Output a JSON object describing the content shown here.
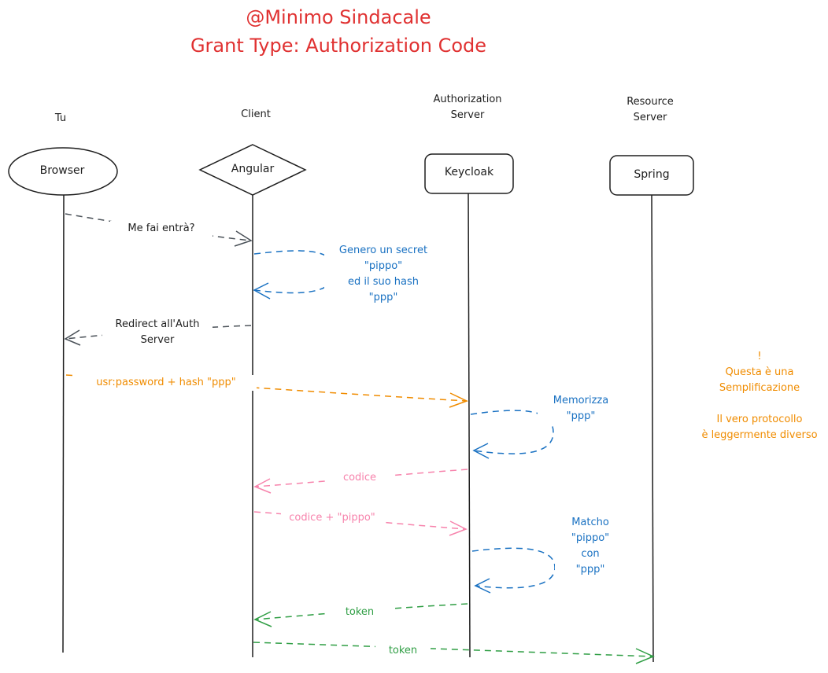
{
  "title": {
    "line1": "@Minimo Sindacale",
    "line2": "Grant Type: Authorization Code"
  },
  "participants": [
    {
      "role": "Tu",
      "node": "Browser",
      "shape": "ellipse"
    },
    {
      "role": "Client",
      "node": "Angular",
      "shape": "diamond"
    },
    {
      "role": "Authorization\nServer",
      "node": "Keycloak",
      "shape": "rounded-rect"
    },
    {
      "role": "Resource\nServer",
      "node": "Spring",
      "shape": "rounded-rect"
    }
  ],
  "messages": {
    "m1": "Me fai entrà?",
    "m2": "Genero un secret\n\"pippo\"\ned il suo hash\n\"ppp\"",
    "m3": "Redirect all'Auth\nServer",
    "m4": "usr:password  +  hash \"ppp\"",
    "m5": "Memorizza\n\"ppp\"",
    "m6": "codice",
    "m7": "codice + \"pippo\"",
    "m8": "Matcho\n\"pippo\"\ncon\n\"ppp\"",
    "m9": "token",
    "m10": "token"
  },
  "note": "!\nQuesta è una\nSemplificazione\n\nIl vero protocollo\nè leggermente diverso",
  "colors": {
    "title": "#e03131",
    "stroke": "#1e1e1e",
    "gray_arrow": "#495057",
    "blue": "#1971c2",
    "orange": "#f08c00",
    "pink": "#f783ac",
    "green": "#2f9e44"
  }
}
